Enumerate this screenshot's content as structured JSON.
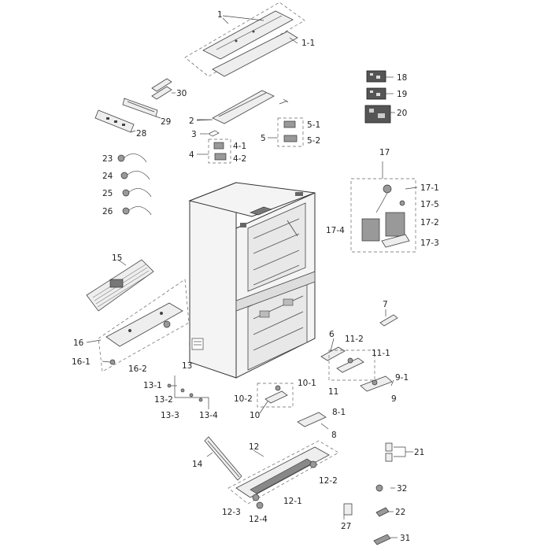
{
  "labels": {
    "l1": "1",
    "l1_1": "1-1",
    "l2": "2",
    "l3": "3",
    "l4": "4",
    "l4_1": "4-1",
    "l4_2": "4-2",
    "l5": "5",
    "l5_1": "5-1",
    "l5_2": "5-2",
    "l6": "6",
    "l7": "7",
    "l8": "8",
    "l8_1": "8-1",
    "l9": "9",
    "l9_1": "9-1",
    "l10": "10",
    "l10_1": "10-1",
    "l10_2": "10-2",
    "l11": "11",
    "l11_1": "11-1",
    "l11_2": "11-2",
    "l12": "12",
    "l12_1": "12-1",
    "l12_2": "12-2",
    "l12_3": "12-3",
    "l12_4": "12-4",
    "l13": "13",
    "l13_1": "13-1",
    "l13_2": "13-2",
    "l13_3": "13-3",
    "l13_4": "13-4",
    "l14": "14",
    "l15": "15",
    "l16": "16",
    "l16_1": "16-1",
    "l16_2": "16-2",
    "l17": "17",
    "l17_1": "17-1",
    "l17_2": "17-2",
    "l17_3": "17-3",
    "l17_4": "17-4",
    "l17_5": "17-5",
    "l18": "18",
    "l19": "19",
    "l20": "20",
    "l21": "21",
    "l22": "22",
    "l23": "23",
    "l24": "24",
    "l25": "25",
    "l26": "26",
    "l27": "27",
    "l28": "28",
    "l29": "29",
    "l30": "30",
    "l31": "31",
    "l32": "32"
  }
}
